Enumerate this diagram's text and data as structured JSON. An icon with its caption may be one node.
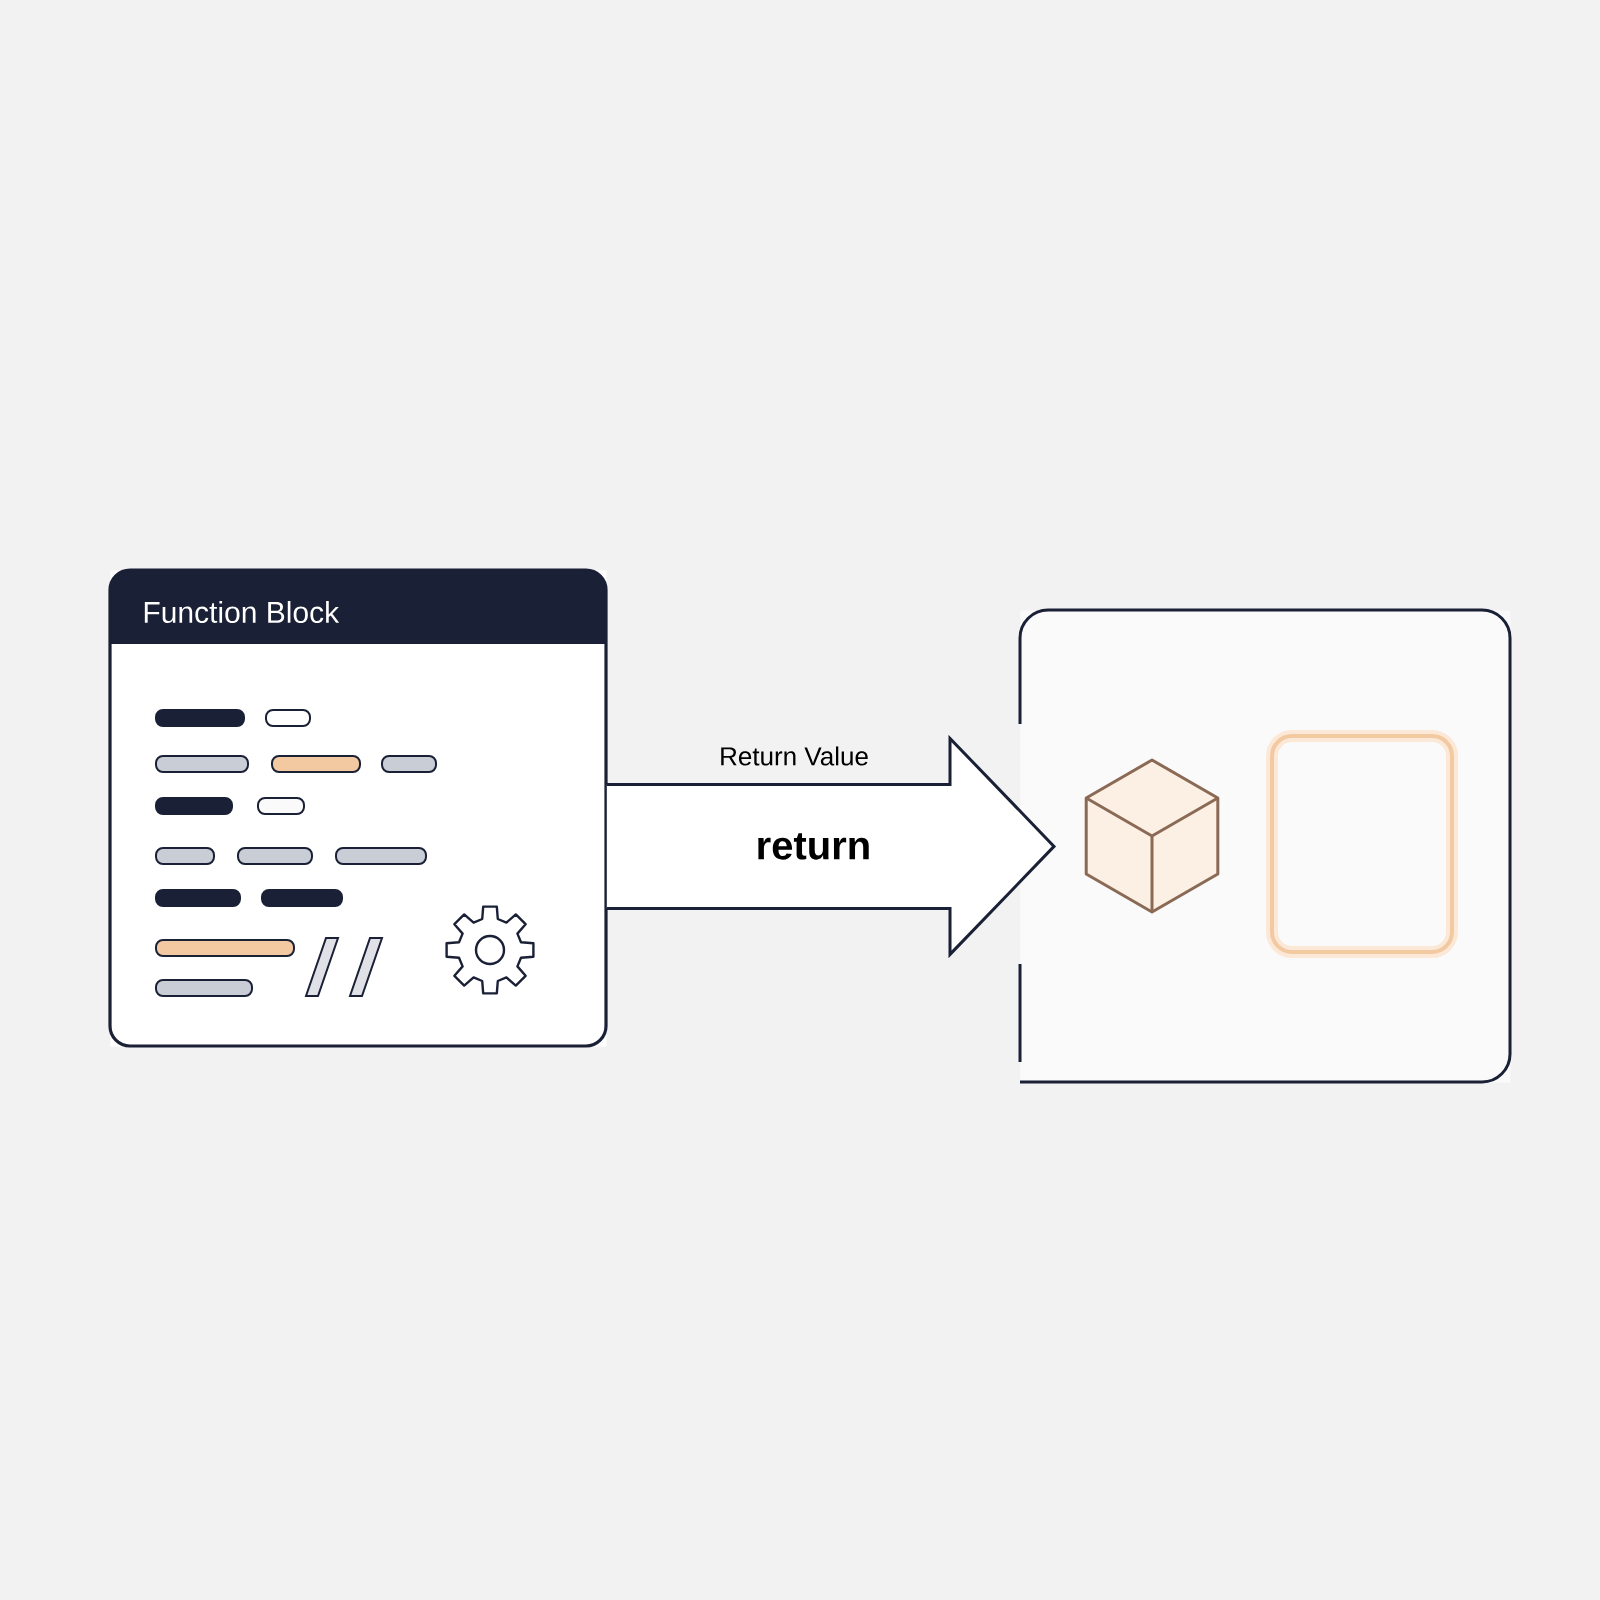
{
  "diagram": {
    "nodes": [
      {
        "text": [
          "Function Block"
        ]
      },
      {
        "text": [],
        "shape": "box"
      },
      {
        "text": [],
        "shape": "cube",
        "in": 1
      },
      {
        "text": [],
        "shape": "box",
        "in": 1
      }
    ],
    "edges": [
      {
        "from": 0,
        "to": 1,
        "arrow": "to",
        "label": "return"
      }
    ],
    "labels": [
      "Return Value"
    ]
  }
}
